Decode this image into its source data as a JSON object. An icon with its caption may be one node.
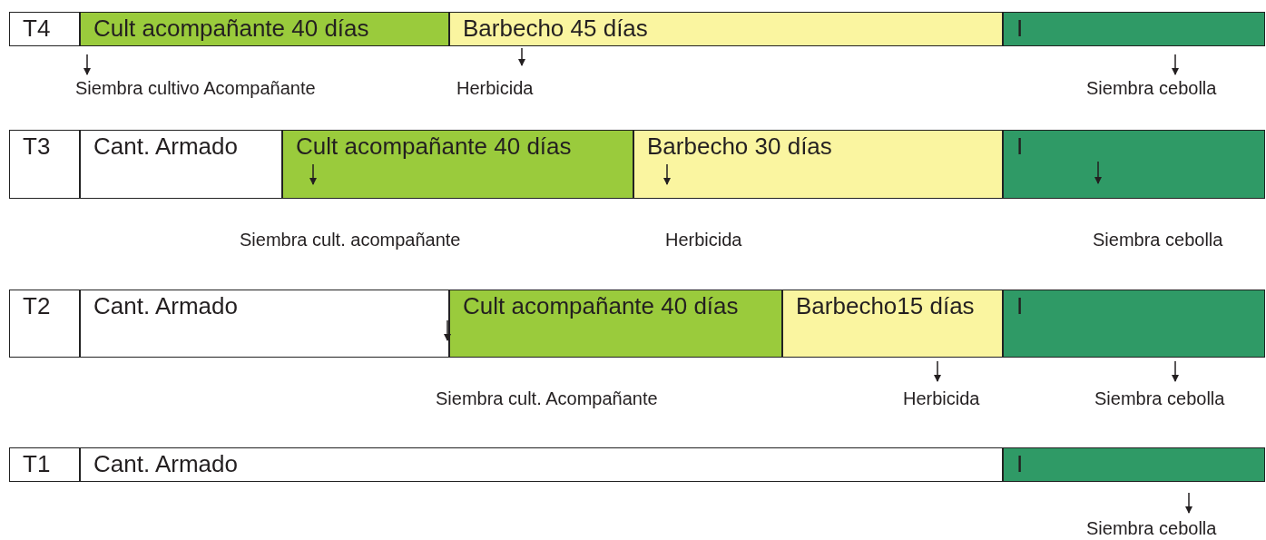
{
  "diagram": {
    "nodes": [
      {
        "text": [
          "T4"
        ]
      },
      {
        "text": [
          "Cult acompañante 40 días"
        ]
      },
      {
        "text": [
          "Barbecho 45 días"
        ]
      },
      {
        "text": [
          "I"
        ]
      },
      {
        "text": [
          "T3"
        ]
      },
      {
        "text": [
          "Cant. Armado"
        ]
      },
      {
        "text": [
          "Cult acompañante 40 días"
        ]
      },
      {
        "text": [
          "Barbecho 30 días"
        ]
      },
      {
        "text": [
          "I"
        ]
      },
      {
        "text": [
          "T2"
        ]
      },
      {
        "text": [
          "Cant. Armado"
        ]
      },
      {
        "text": [
          "Cult acompañante 40 días"
        ]
      },
      {
        "text": [
          "Barbecho15 días"
        ]
      },
      {
        "text": [
          "I"
        ]
      },
      {
        "text": [
          "T1"
        ]
      },
      {
        "text": [
          "Cant. Armado"
        ]
      },
      {
        "text": [
          "I"
        ]
      }
    ],
    "labels": [
      "Siembra cultivo Acompañante",
      "Herbicida",
      "Siembra cebolla",
      "Siembra cult. acompañante",
      "Herbicida",
      "Siembra cebolla",
      "Siembra cult. Acompañante",
      "Herbicida",
      "Siembra cebolla",
      "Siembra cebolla"
    ]
  }
}
